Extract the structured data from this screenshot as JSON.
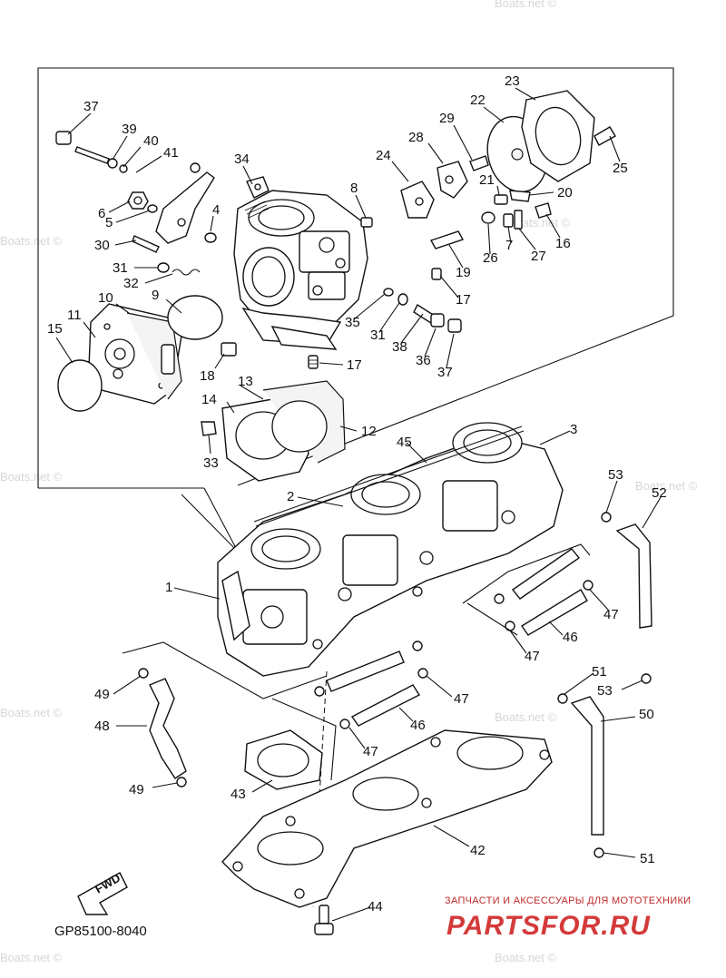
{
  "diagram": {
    "code": "GP85100-8040",
    "fwd_label": "FWD",
    "watermark": "Boats.net ©",
    "shop_tagline": "ЗАПЧАСТИ И АКСЕССУАРЫ ДЛЯ МОТОТЕХНИКИ",
    "shop_name": "PARTSFOR.RU",
    "colors": {
      "line": "#111111",
      "shop": "#d43a3a",
      "watermark": "#d6d6d6"
    },
    "labels": [
      {
        "id": "37a",
        "text": "37"
      },
      {
        "id": "39",
        "text": "39"
      },
      {
        "id": "40",
        "text": "40"
      },
      {
        "id": "41",
        "text": "41"
      },
      {
        "id": "34",
        "text": "34"
      },
      {
        "id": "6",
        "text": "6"
      },
      {
        "id": "5",
        "text": "5"
      },
      {
        "id": "4",
        "text": "4"
      },
      {
        "id": "30",
        "text": "30"
      },
      {
        "id": "31a",
        "text": "31"
      },
      {
        "id": "32",
        "text": "32"
      },
      {
        "id": "10",
        "text": "10"
      },
      {
        "id": "9",
        "text": "9"
      },
      {
        "id": "11",
        "text": "11"
      },
      {
        "id": "15",
        "text": "15"
      },
      {
        "id": "18",
        "text": "18"
      },
      {
        "id": "17a",
        "text": "17"
      },
      {
        "id": "13",
        "text": "13"
      },
      {
        "id": "14",
        "text": "14"
      },
      {
        "id": "12",
        "text": "12"
      },
      {
        "id": "33",
        "text": "33"
      },
      {
        "id": "8",
        "text": "8"
      },
      {
        "id": "24",
        "text": "24"
      },
      {
        "id": "28",
        "text": "28"
      },
      {
        "id": "29",
        "text": "29"
      },
      {
        "id": "22",
        "text": "22"
      },
      {
        "id": "23",
        "text": "23"
      },
      {
        "id": "25",
        "text": "25"
      },
      {
        "id": "21",
        "text": "21"
      },
      {
        "id": "20",
        "text": "20"
      },
      {
        "id": "16",
        "text": "16"
      },
      {
        "id": "27",
        "text": "27"
      },
      {
        "id": "7",
        "text": "7"
      },
      {
        "id": "26",
        "text": "26"
      },
      {
        "id": "19",
        "text": "19"
      },
      {
        "id": "17b",
        "text": "17"
      },
      {
        "id": "35",
        "text": "35"
      },
      {
        "id": "31b",
        "text": "31"
      },
      {
        "id": "38",
        "text": "38"
      },
      {
        "id": "36",
        "text": "36"
      },
      {
        "id": "37b",
        "text": "37"
      },
      {
        "id": "3",
        "text": "3"
      },
      {
        "id": "45",
        "text": "45"
      },
      {
        "id": "2",
        "text": "2"
      },
      {
        "id": "1",
        "text": "1"
      },
      {
        "id": "53a",
        "text": "53"
      },
      {
        "id": "52",
        "text": "52"
      },
      {
        "id": "47a",
        "text": "47"
      },
      {
        "id": "46a",
        "text": "46"
      },
      {
        "id": "47b",
        "text": "47"
      },
      {
        "id": "51a",
        "text": "51"
      },
      {
        "id": "53b",
        "text": "53"
      },
      {
        "id": "49a",
        "text": "49"
      },
      {
        "id": "48",
        "text": "48"
      },
      {
        "id": "49b",
        "text": "49"
      },
      {
        "id": "47c",
        "text": "47"
      },
      {
        "id": "46b",
        "text": "46"
      },
      {
        "id": "47d",
        "text": "47"
      },
      {
        "id": "50",
        "text": "50"
      },
      {
        "id": "43",
        "text": "43"
      },
      {
        "id": "42",
        "text": "42"
      },
      {
        "id": "51b",
        "text": "51"
      },
      {
        "id": "44",
        "text": "44"
      }
    ]
  }
}
